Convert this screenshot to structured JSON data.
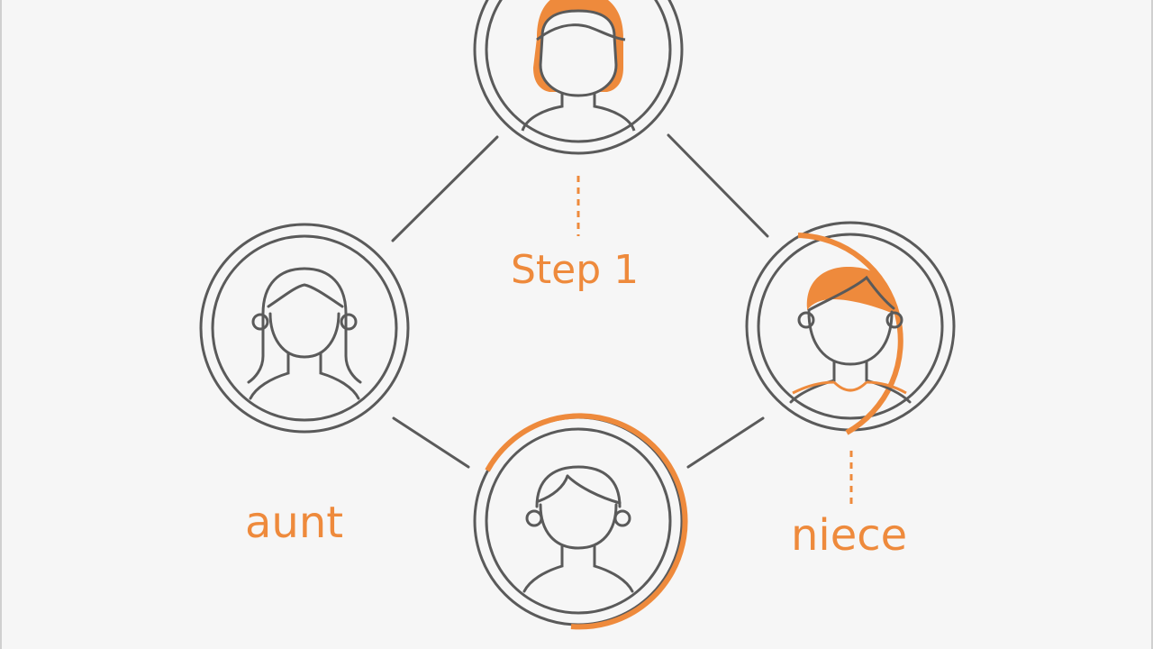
{
  "labels": {
    "step": "Step 1",
    "left": "aunt",
    "right": "niece"
  },
  "colors": {
    "background": "#f6f6f6",
    "line": "#5a5a5a",
    "accent": "#ee8a3c"
  },
  "nodes": [
    {
      "id": "top",
      "figure": "woman-short-hair",
      "hair_highlighted": true,
      "ring_highlight": "none"
    },
    {
      "id": "left",
      "figure": "woman-long-hair",
      "hair_highlighted": false,
      "ring_highlight": "none"
    },
    {
      "id": "bottom",
      "figure": "girl-side-part",
      "hair_highlighted": false,
      "ring_highlight": "partial-arc"
    },
    {
      "id": "right",
      "figure": "boy",
      "hair_highlighted": true,
      "ring_highlight": "partial-arc"
    }
  ]
}
